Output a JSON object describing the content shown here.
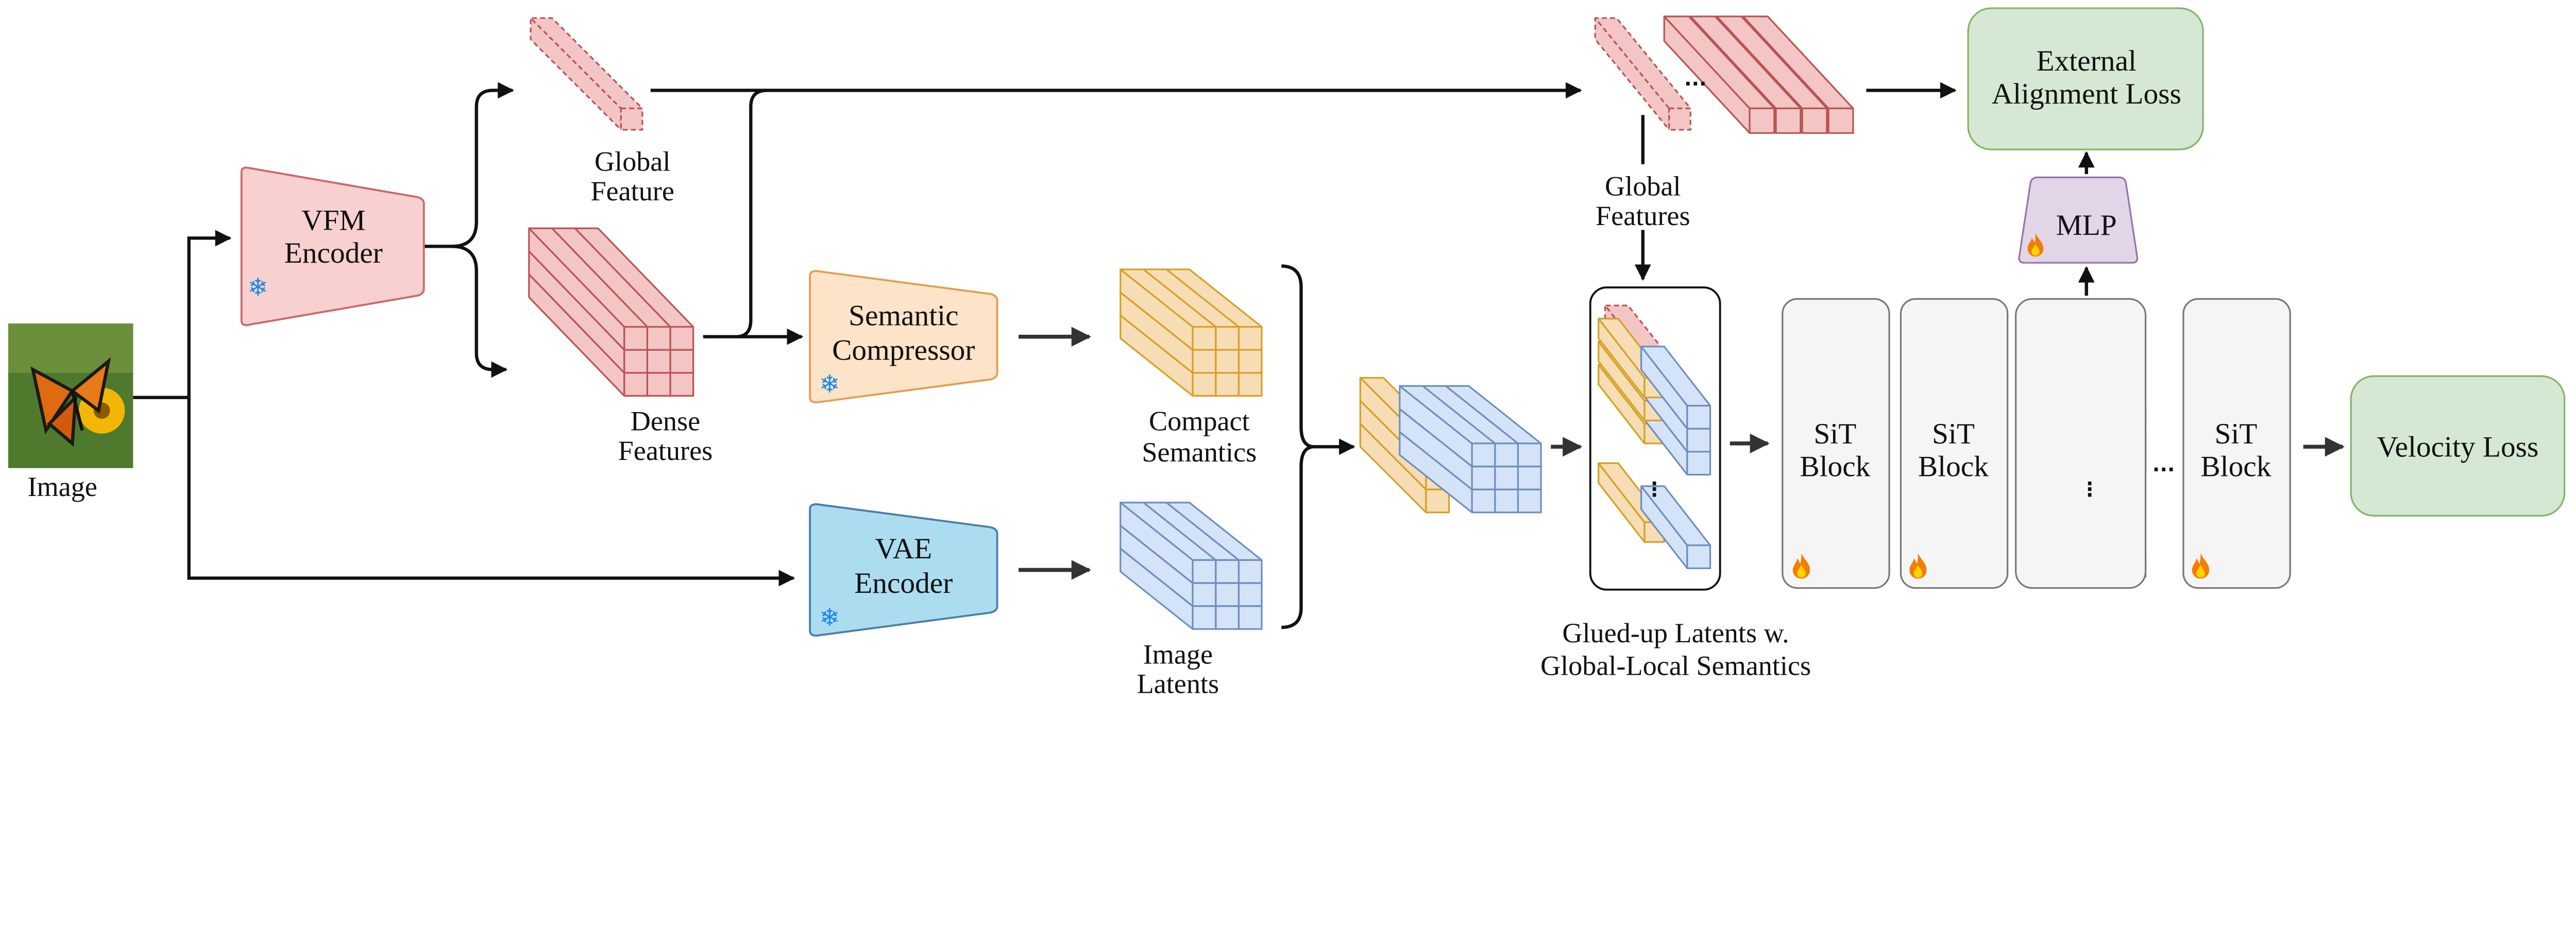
{
  "image": {
    "label": "Image"
  },
  "vfm_encoder": {
    "line1": "VFM",
    "line2": "Encoder",
    "icon": "snowflake-icon",
    "frozen": true
  },
  "global_feature": {
    "line1": "Global",
    "line2": "Feature"
  },
  "dense_features": {
    "line1": "Dense",
    "line2": "Features"
  },
  "semantic_compressor": {
    "line1": "Semantic",
    "line2": "Compressor",
    "icon": "snowflake-icon",
    "frozen": true
  },
  "compact_semantics": {
    "line1": "Compact",
    "line2": "Semantics"
  },
  "vae_encoder": {
    "line1": "VAE",
    "line2": "Encoder",
    "icon": "snowflake-icon",
    "frozen": true
  },
  "image_latents": {
    "line1": "Image",
    "line2": "Latents"
  },
  "glued": {
    "line1": "Glued-up Latents w.",
    "line2": "Global-Local Semantics"
  },
  "global_features": {
    "line1": "Global",
    "line2": "Features",
    "ellipsis": "..."
  },
  "sit_blocks": [
    {
      "line1": "SiT",
      "line2": "Block",
      "icon": "flame-icon"
    },
    {
      "line1": "SiT",
      "line2": "Block",
      "icon": "flame-icon"
    },
    {
      "line1": "SiT",
      "line2": "Block",
      "icon": "flame-icon"
    }
  ],
  "sit_ellipsis": "...",
  "vertical_ellipsis": "⋮",
  "mlp": {
    "label": "MLP",
    "icon": "flame-icon",
    "trainable": true
  },
  "external_alignment_loss": {
    "line1": "External",
    "line2": "Alignment Loss"
  },
  "velocity_loss": {
    "label": "Velocity Loss"
  },
  "colors": {
    "vfm": "#f8d0d0",
    "vfm_stroke": "#c96a6a",
    "compressor": "#fde3c8",
    "compressor_stroke": "#e0a050",
    "vae": "#acdcf0",
    "vae_stroke": "#4a7fa8",
    "pink_bar": "#f3c5c5",
    "pink_stroke": "#b85450",
    "orange_bar": "#f6ddb6",
    "orange_stroke": "#d6a020",
    "blue_bar": "#d4e3f7",
    "blue_stroke": "#6c8ebf",
    "gray_bar": "#e6e6e6",
    "gray_stroke": "#666666",
    "loss_fill": "#d5e8d4",
    "loss_stroke": "#82b366",
    "mlp_fill": "#e1d5e7",
    "mlp_stroke": "#9673a6",
    "block_fill": "#f5f5f5",
    "block_stroke": "#777777"
  }
}
